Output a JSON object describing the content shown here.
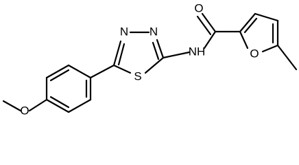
{
  "molecule": {
    "atoms": {
      "O_carbonyl": "O",
      "N_amide": "NH",
      "N_ring_1": "N",
      "N_ring_2": "N",
      "S_ring": "S",
      "O_furan": "O",
      "O_methoxy": "O"
    }
  }
}
